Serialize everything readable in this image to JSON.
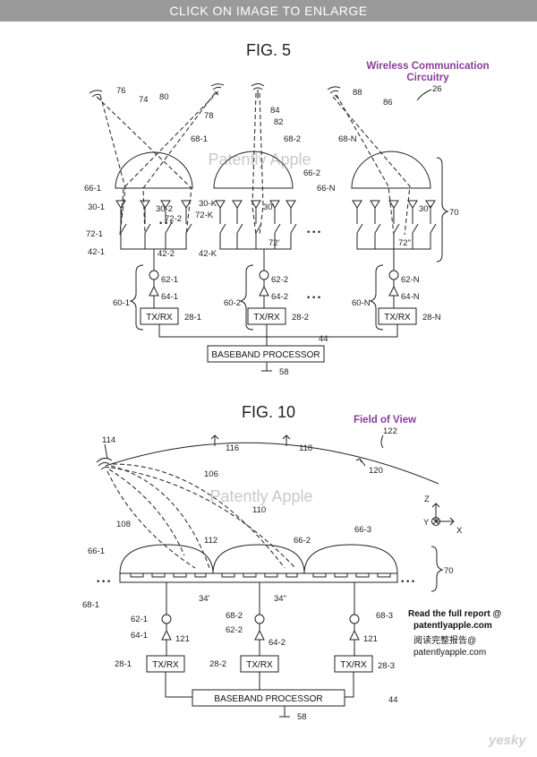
{
  "banner": {
    "label": "CLICK ON IMAGE TO ENLARGE"
  },
  "watermark": {
    "text": "Patently Apple"
  },
  "fig5": {
    "title": "FIG. 5",
    "callout": [
      "Wireless Communication",
      "Circuitry"
    ],
    "labels": {
      "l26": "26",
      "l74": "74",
      "l76": "76",
      "l80": "80",
      "l78": "78",
      "l84": "84",
      "l82": "82",
      "l88": "88",
      "l86": "86",
      "l681": "68-1",
      "l682": "68-2",
      "l68n": "68-N",
      "l662": "66-2",
      "l661": "66-1",
      "l66n": "66-N",
      "l301": "30-1",
      "l302": "30-2",
      "l30k": "30-K",
      "l30p": "30'",
      "l30pp": "30\"",
      "l722": "72-2",
      "l72k": "72-K",
      "l721": "72-1",
      "l72p": "72'",
      "l72pp": "72\"",
      "l421": "42-1",
      "l422": "42-2",
      "l42k": "42-K",
      "l70": "70",
      "l621": "62-1",
      "l622": "62-2",
      "l62n": "62-N",
      "l641": "64-1",
      "l642": "64-2",
      "l64n": "64-N",
      "l601": "60-1",
      "l602": "60-2",
      "l60n": "60-N",
      "l281": "28-1",
      "l282": "28-2",
      "l28n": "28-N",
      "l44": "44",
      "l58": "58",
      "dots": "• • •"
    },
    "txrx": "TX/RX",
    "baseband": "BASEBAND PROCESSOR"
  },
  "fig10": {
    "title": "FIG. 10",
    "callout": "Field of View",
    "labels": {
      "l114": "114",
      "l116": "116",
      "l118": "118",
      "l122": "122",
      "l120": "120",
      "l106": "106",
      "l110": "110",
      "l108": "108",
      "l112": "112",
      "l661": "66-1",
      "l662": "66-2",
      "l663": "66-3",
      "l681": "68-1",
      "l682": "68-2",
      "l683": "68-3",
      "l34p": "34'",
      "l34pp": "34\"",
      "l70": "70",
      "l621": "62-1",
      "l622": "62-2",
      "l641": "64-1",
      "l642": "64-2",
      "l121a": "121",
      "l121b": "121",
      "l281": "28-1",
      "l282": "28-2",
      "l283": "28-3",
      "l44": "44",
      "l58": "58",
      "z": "Z",
      "y": "Y",
      "x": "X",
      "dotsL": "• • •",
      "dotsR": "• • •"
    },
    "txrx": "TX/RX",
    "baseband": "BASEBAND PROCESSOR"
  },
  "report": {
    "line1": "Read the full report @",
    "line2": "patentlyapple.com",
    "line3": "阅读完整报告@",
    "line4": "patentlyapple.com"
  },
  "corner_logo": "yesky"
}
